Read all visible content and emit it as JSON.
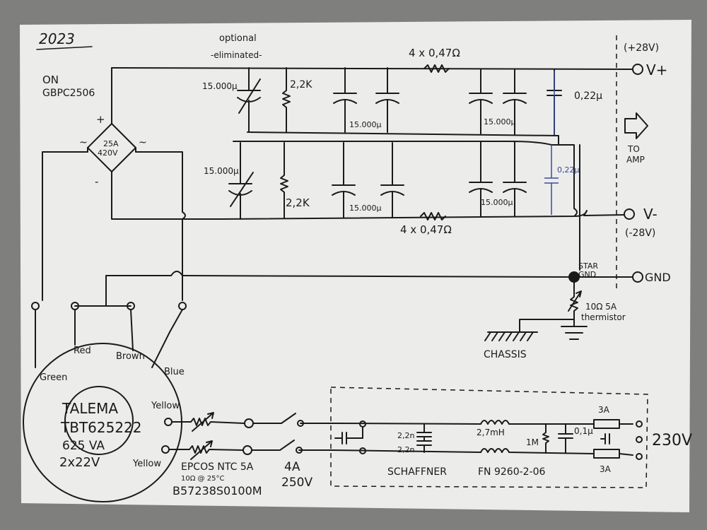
{
  "year": "2023",
  "bridge": {
    "label_line1": "ON",
    "label_line2": "GBPC2506",
    "rating_line1": "25A",
    "rating_line2": "420V",
    "plus": "+",
    "minus": "-",
    "ac": "~"
  },
  "top_rail": {
    "optional_line1": "optional",
    "optional_line2": "-eliminated-",
    "varistor": "15.000µ",
    "resistor": "2,2K",
    "cap_a": "15.000µ",
    "cap_b": "15.000µ",
    "series_res": "4 x 0,47Ω",
    "film_cap": "0,22µ",
    "rail_voltage": "(+28V)",
    "output": "V+"
  },
  "bottom_rail": {
    "varistor": "15.000µ",
    "resistor": "2,2K",
    "cap_a": "15.000µ",
    "cap_b": "15.000µ",
    "series_res": "4 x 0,47Ω",
    "film_cap": "0,22µ",
    "rail_voltage": "(-28V)",
    "output": "V-"
  },
  "to_amp_line1": "TO",
  "to_amp_line2": "AMP",
  "star_gnd_line1": "STAR",
  "star_gnd_line2": "GND",
  "gnd_output": "GND",
  "thermistor_line1": "10Ω 5A",
  "thermistor_line2": "thermistor",
  "chassis": "CHASSIS",
  "transformer": {
    "wire_red": "Red",
    "wire_brown": "Brown",
    "wire_green": "Green",
    "wire_blue": "Blue",
    "wire_yellow_top": "Yellow",
    "wire_yellow_bottom": "Yellow",
    "brand": "TALEMA",
    "model": "TBT625222",
    "power": "625 VA",
    "secondary": "2x22V"
  },
  "ntc": {
    "line1": "EPCOS NTC 5A",
    "line2": "10Ω @ 25°C",
    "line3": "B57238S0100M"
  },
  "fuse_main": {
    "line1": "4A",
    "line2": "250V"
  },
  "filter": {
    "cap_1": "2,2n",
    "cap_2": "2,2n",
    "inductor": "2,7mH",
    "bleeder": "1M",
    "x_cap": "0,1µ",
    "fuse_top": "3A",
    "fuse_bottom": "3A",
    "name": "SCHAFFNER",
    "part": "FN 9260-2-06"
  },
  "mains": "230V"
}
